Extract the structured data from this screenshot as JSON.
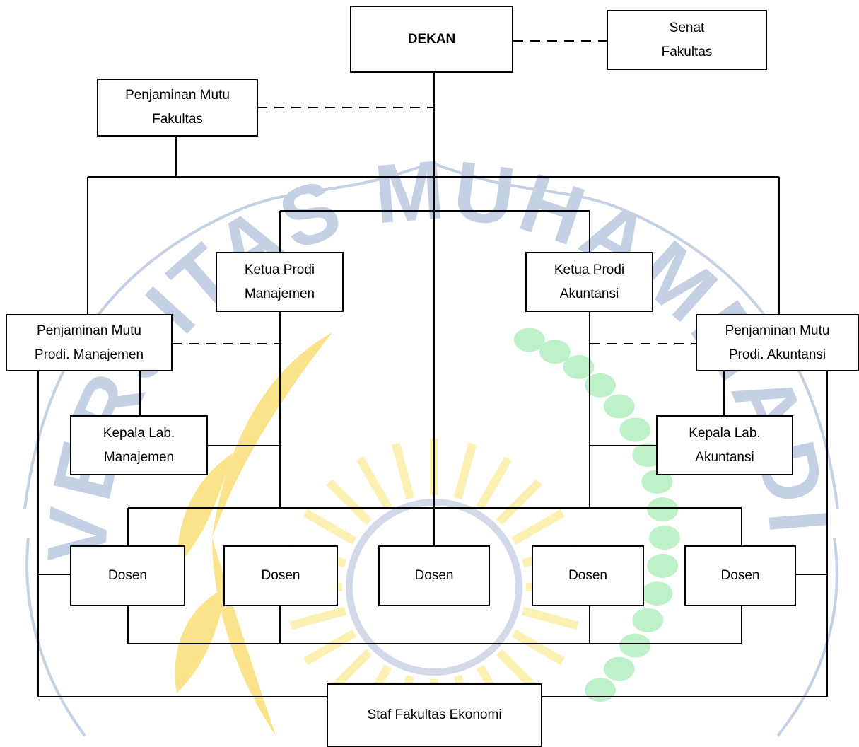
{
  "watermark": {
    "text": "UNIVERSITAS MUHAMMADIYAH",
    "ring_color": "#c4d0e4",
    "leaf_color": "#fbe38c",
    "bead_color": "#bdf2c9",
    "sun_color": "#fdf0b3",
    "emblem_color": "#d2d9e8"
  },
  "boxes": {
    "dekan": {
      "line1": "DEKAN"
    },
    "senat": {
      "line1": "Senat",
      "line2": "Fakultas"
    },
    "pm_fakultas": {
      "line1": "Penjaminan Mutu",
      "line2": "Fakultas"
    },
    "kp_manajemen": {
      "line1": "Ketua Prodi",
      "line2": "Manajemen"
    },
    "kp_akuntansi": {
      "line1": "Ketua Prodi",
      "line2": "Akuntansi"
    },
    "pm_manajemen": {
      "line1": "Penjaminan Mutu",
      "line2": "Prodi. Manajemen"
    },
    "pm_akuntansi": {
      "line1": "Penjaminan Mutu",
      "line2": "Prodi. Akuntansi"
    },
    "kl_manajemen": {
      "line1": "Kepala Lab.",
      "line2": "Manajemen"
    },
    "kl_akuntansi": {
      "line1": "Kepala Lab.",
      "line2": "Akuntansi"
    },
    "dosen": [
      "Dosen",
      "Dosen",
      "Dosen",
      "Dosen",
      "Dosen"
    ],
    "staf": {
      "line1": "Staf Fakultas Ekonomi"
    }
  }
}
